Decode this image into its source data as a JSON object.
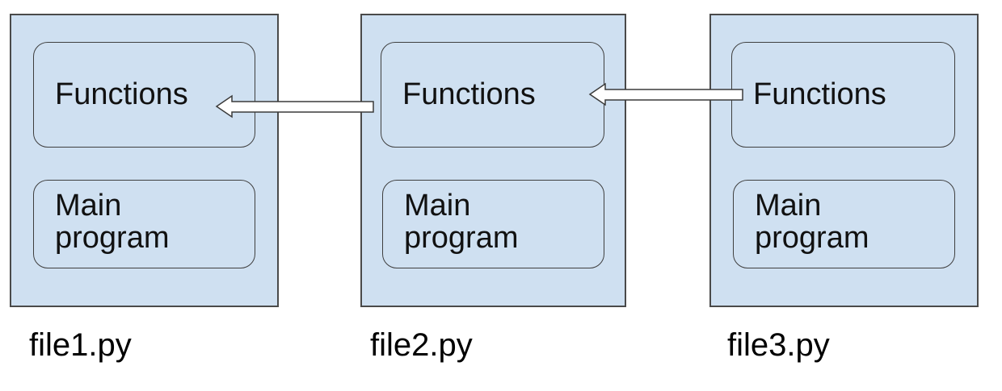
{
  "files": [
    {
      "label": "file1.py",
      "functions_label": "Functions",
      "main_label_line1": "Main",
      "main_label_line2": "program"
    },
    {
      "label": "file2.py",
      "functions_label": "Functions",
      "main_label_line1": "Main",
      "main_label_line2": "program"
    },
    {
      "label": "file3.py",
      "functions_label": "Functions",
      "main_label_line1": "Main",
      "main_label_line2": "program"
    }
  ],
  "arrows": [
    {
      "from": "file2.py Functions",
      "to": "file1.py Functions"
    },
    {
      "from": "file3.py Functions",
      "to": "file2.py Functions"
    }
  ],
  "colors": {
    "panel_fill": "#cfe0f1",
    "panel_border": "#4a4a4a",
    "arrow_fill": "#ffffff",
    "arrow_stroke": "#3a3a3a"
  }
}
